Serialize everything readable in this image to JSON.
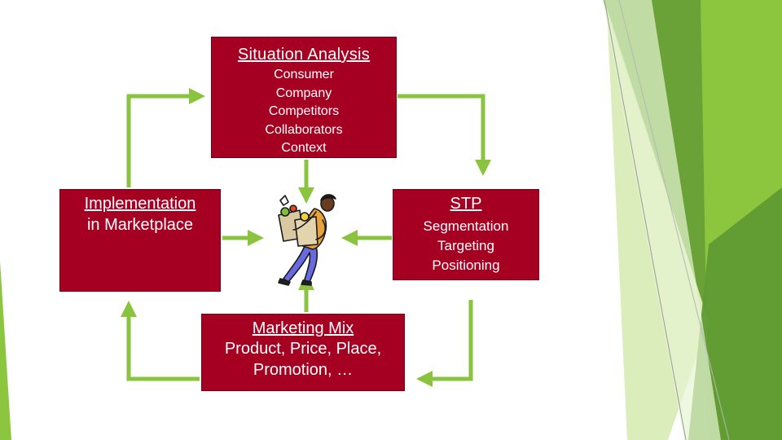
{
  "colors": {
    "box": "#a50021",
    "arrow": "#8ac43f",
    "deco_dark": "#5e9a35",
    "deco_mid": "#76b33a",
    "deco_light": "#bfe08f"
  },
  "situation": {
    "title": "Situation Analysis",
    "items": [
      "Consumer",
      "Company",
      "Competitors",
      "Collaborators",
      "Context"
    ]
  },
  "stp": {
    "title": "STP",
    "items": [
      "Segmentation",
      "Targeting",
      "Positioning"
    ]
  },
  "implementation": {
    "title": "Implementation",
    "items": [
      "in Marketplace"
    ]
  },
  "marketing_mix": {
    "title": "Marketing Mix",
    "items": [
      "Product, Price, Place,",
      "Promotion, …"
    ]
  },
  "center_image": "shopper-with-grocery-bags-clipart"
}
